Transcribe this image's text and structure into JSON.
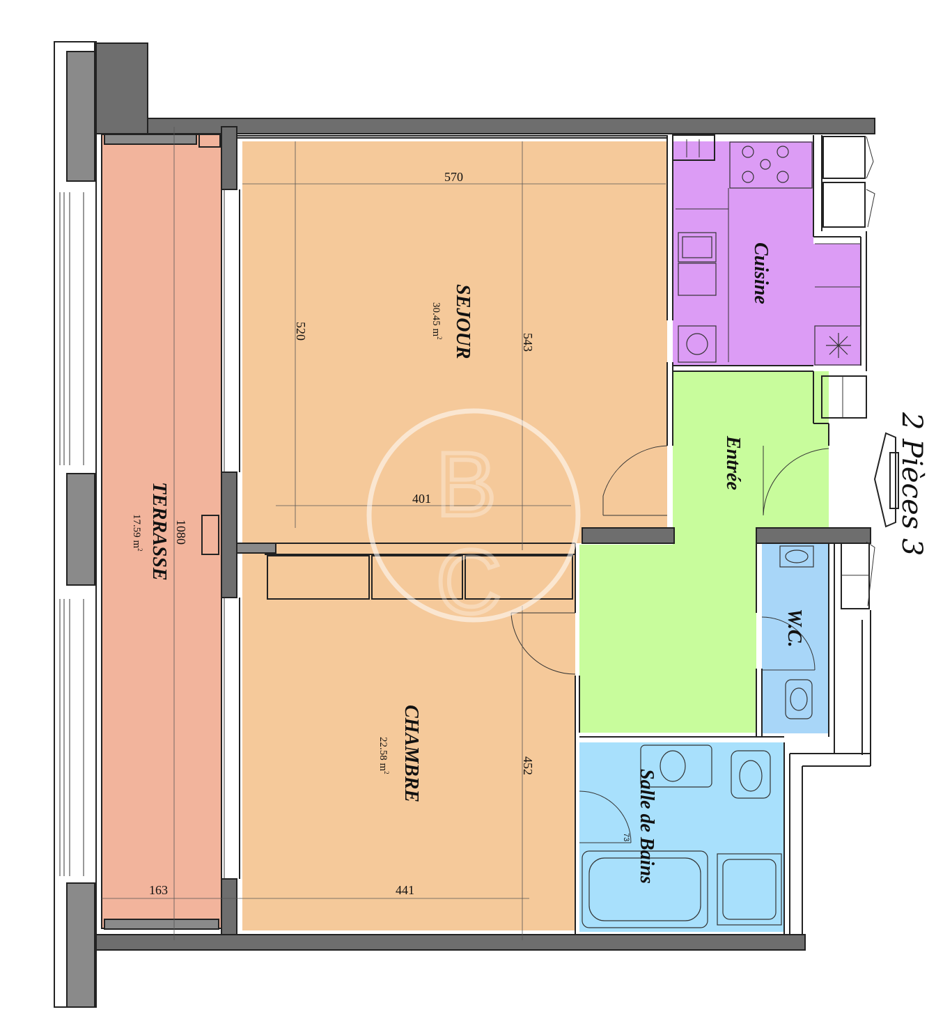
{
  "plan": {
    "title": "2 Pièces 3",
    "rooms": {
      "terrasse": {
        "name": "TERRASSE",
        "area": "17.59 m",
        "color": "#f2b49c"
      },
      "sejour": {
        "name": "SEJOUR",
        "area": "30.45 m",
        "color": "#f5c99a"
      },
      "chambre": {
        "name": "CHAMBRE",
        "area": "22.58 m",
        "color": "#f5c99a"
      },
      "cuisine": {
        "name": "Cuisine",
        "color": "#dc9cf5"
      },
      "entree": {
        "name": "Entrée",
        "color": "#c8fc9c"
      },
      "wc": {
        "name": "W.C.",
        "color": "#a8d6f8"
      },
      "sdb": {
        "name": "Salle de Bains",
        "color": "#a8e0fc"
      }
    },
    "area_unit_sup": "2",
    "dimensions": {
      "terrasse_length": "1080",
      "sejour_width_top": "570",
      "sejour_depth_left": "520",
      "sejour_depth_right": "543",
      "sejour_width_bottom": "401",
      "chambre_depth": "452",
      "terrasse_width": "163",
      "chambre_width": "441",
      "sdb_door": "73"
    },
    "watermark": {
      "letters": "BC",
      "top": "B",
      "bottom": "C"
    }
  }
}
